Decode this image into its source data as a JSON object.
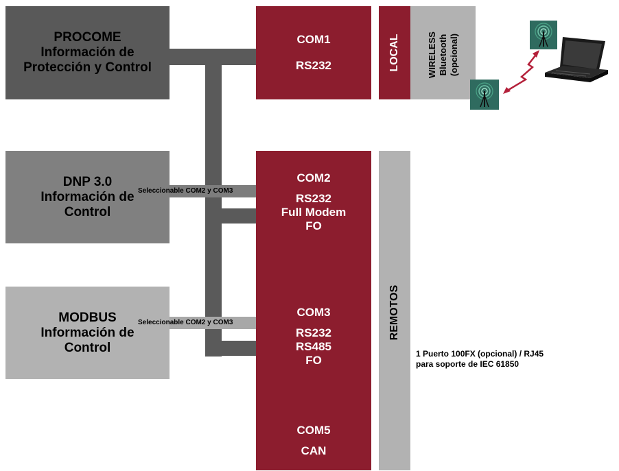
{
  "colors": {
    "procome_bg": "#595959",
    "dnp_bg": "#808080",
    "modbus_bg": "#b2b2b2",
    "port_red": "#8c1d2e",
    "connector": "#5a5a5a",
    "side_panel": "#b2b2b2"
  },
  "protocols": [
    {
      "lines": [
        "PROCOME",
        "Información de",
        "Protección y Control"
      ]
    },
    {
      "lines": [
        "DNP 3.0",
        "Información de",
        "Control"
      ]
    },
    {
      "lines": [
        "MODBUS",
        "Información de",
        "Control"
      ]
    }
  ],
  "connector_labels": [
    "Seleccionable COM2 y COM3",
    "Seleccionable COM2 y COM3"
  ],
  "com1": {
    "lines": [
      "COM1",
      "RS232"
    ]
  },
  "com_remote": {
    "com2": [
      "COM2",
      "RS232",
      "Full Modem",
      "FO"
    ],
    "com3": [
      "COM3",
      "RS232",
      "RS485",
      "FO"
    ],
    "com5": [
      "COM5",
      "CAN"
    ]
  },
  "local_label": "LOCAL",
  "wireless": {
    "lines": [
      "WIRELESS",
      "Bluetooth",
      "(opcional)"
    ]
  },
  "remotos_label": "REMOTOS",
  "ethernet_note": {
    "lines": [
      "1 Puerto 100FX (opcional) / RJ45",
      "para soporte de IEC 61850"
    ]
  },
  "icons": [
    "antenna-icon",
    "antenna-icon",
    "laptop-icon",
    "lightning-link-icon"
  ]
}
